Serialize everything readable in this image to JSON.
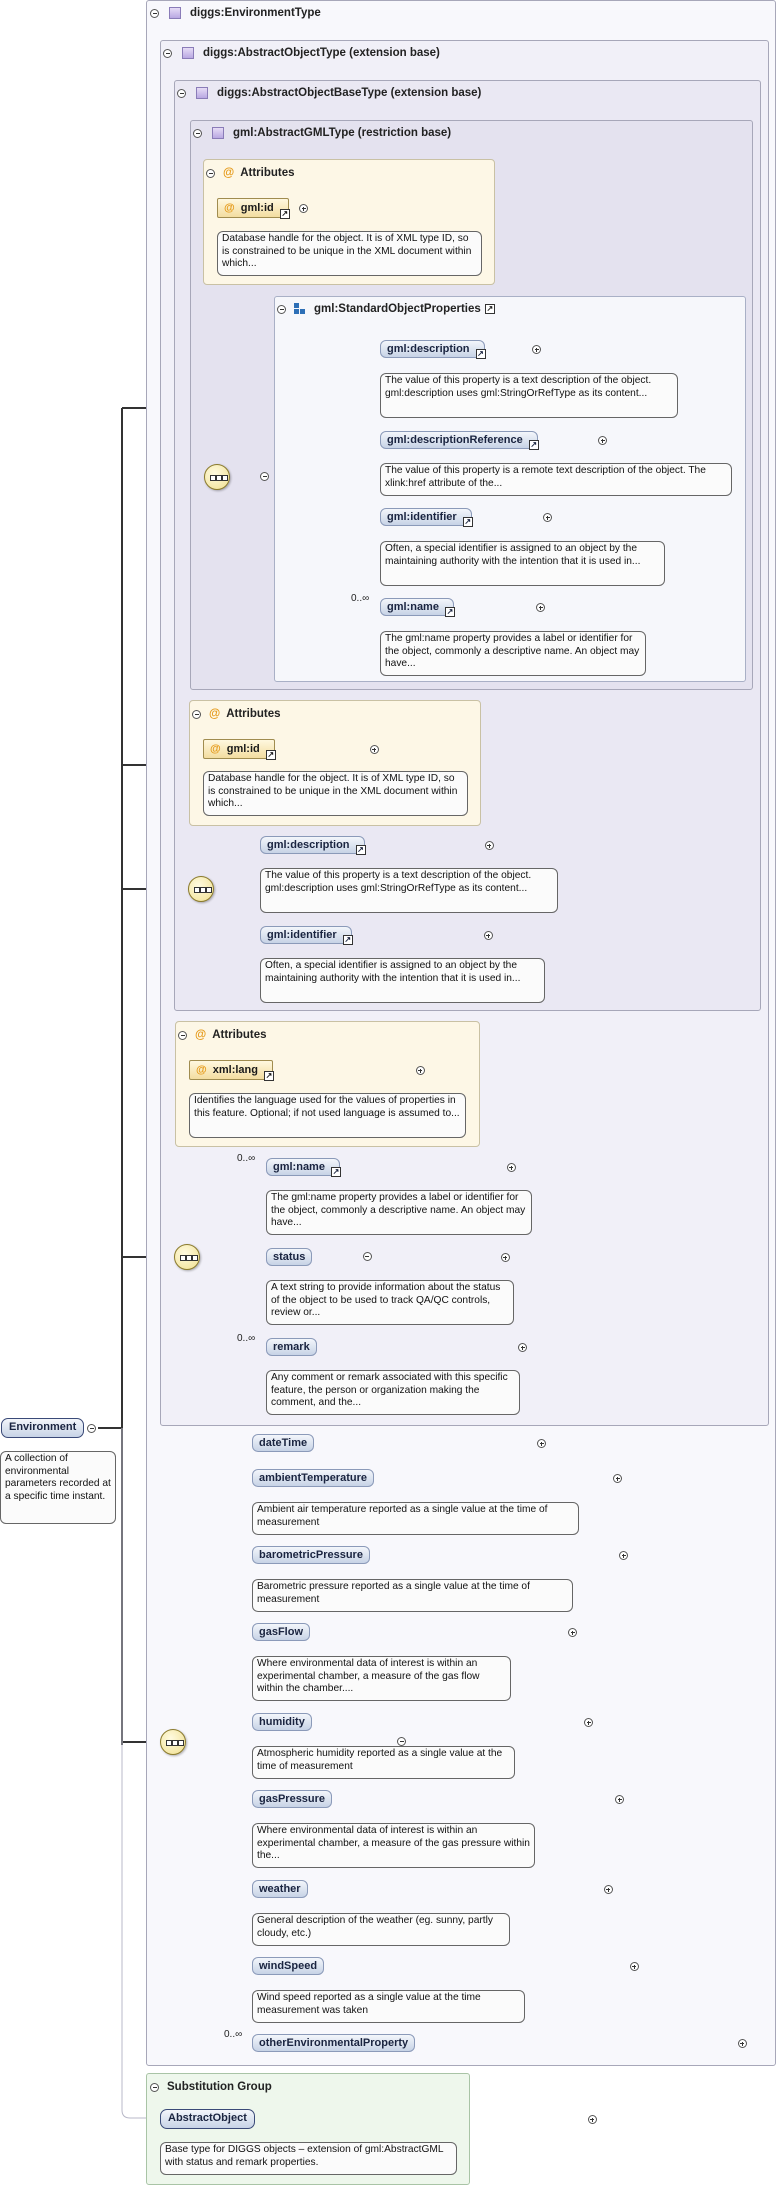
{
  "root": {
    "name": "Environment",
    "doc": "A collection of environmental parameters recorded at a specific time instant."
  },
  "panels": {
    "environment_type": "diggs:EnvironmentType",
    "abstract_object_type": "diggs:AbstractObjectType (extension base)",
    "abstract_object_base_type": "diggs:AbstractObjectBaseType (extension base)",
    "abstract_gml_type": "gml:AbstractGMLType (restriction base)",
    "standard_object_properties": "gml:StandardObjectProperties",
    "attributes_label": "Attributes",
    "substitution_group": "Substitution Group"
  },
  "gml_type": {
    "attr_name": "gml:id",
    "attr_doc": "Database handle for the object. It is of XML type ID, so is constrained to be unique in the XML document within which...",
    "sop_elements": [
      {
        "name": "gml:description",
        "doc": "The value of this property is a text description of the object. gml:description uses gml:StringOrRefType as its content..."
      },
      {
        "name": "gml:descriptionReference",
        "doc": "The value of this property is a remote text description of the object. The xlink:href attribute of the..."
      },
      {
        "name": "gml:identifier",
        "doc": "Often, a special identifier is assigned to an object by the maintaining authority with the intention that it is used in..."
      },
      {
        "name": "gml:name",
        "doc": "The gml:name property provides a label or identifier for the object, commonly a descriptive name. An object may have...",
        "occurs": "0..∞"
      }
    ]
  },
  "base_type": {
    "attr_name": "gml:id",
    "attr_doc": "Database handle for the object. It is of XML type ID, so is constrained to be unique in the XML document within which...",
    "elements": [
      {
        "name": "gml:description",
        "doc": "The value of this property is a text description of the object. gml:description uses gml:StringOrRefType as its content..."
      },
      {
        "name": "gml:identifier",
        "doc": "Often, a special identifier is assigned to an object by the maintaining authority with the intention that it is used in..."
      }
    ]
  },
  "object_type": {
    "attr_name": "xml:lang",
    "attr_doc": "Identifies the language used for the values of properties in this feature. Optional; if not used language is assumed to...",
    "elements": [
      {
        "name": "gml:name",
        "doc": "The gml:name property provides a label or identifier for the object, commonly a descriptive name. An object may have...",
        "occurs": "0..∞"
      },
      {
        "name": "status",
        "doc": "A text string to provide information about the status of the object to be used to track QA/QC controls, review or..."
      },
      {
        "name": "remark",
        "doc": "Any comment or remark associated with this specific feature, the person or organization making the comment, and the...",
        "occurs": "0..∞"
      }
    ]
  },
  "env_elements": [
    {
      "name": "dateTime",
      "doc": ""
    },
    {
      "name": "ambientTemperature",
      "doc": "Ambient air temperature reported as a single value at the time of measurement"
    },
    {
      "name": "barometricPressure",
      "doc": "Barometric pressure reported as a single value at the time of measurement"
    },
    {
      "name": "gasFlow",
      "doc": "Where environmental data of interest is within an experimental chamber, a measure of the gas flow within the chamber...."
    },
    {
      "name": "humidity",
      "doc": "Atmospheric humidity reported as a single value at the time of measurement"
    },
    {
      "name": "gasPressure",
      "doc": "Where environmental data of interest is within an experimental chamber, a measure of the gas pressure within the..."
    },
    {
      "name": "weather",
      "doc": "General description of the weather (eg. sunny, partly cloudy, etc.)"
    },
    {
      "name": "windSpeed",
      "doc": "Wind speed reported as a single value at the time measurement was taken"
    },
    {
      "name": "otherEnvironmentalProperty",
      "doc": "",
      "occurs": "0..∞"
    }
  ],
  "substitution": {
    "name": "AbstractObject",
    "doc": "Base type for DIGGS objects – extension of gml:AbstractGML with status and remark properties."
  }
}
